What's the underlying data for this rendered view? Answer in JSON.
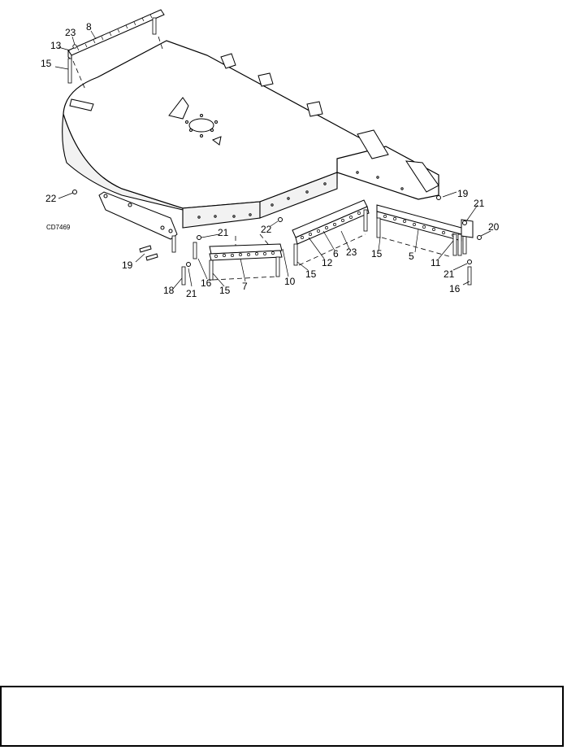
{
  "figure_code": "CD7469",
  "callouts": [
    "23",
    "8",
    "13",
    "15",
    "22",
    "19",
    "21",
    "18",
    "16",
    "15",
    "21",
    "7",
    "10",
    "22",
    "15",
    "12",
    "6",
    "23",
    "15",
    "5",
    "11",
    "19",
    "21",
    "20",
    "21",
    "16"
  ]
}
